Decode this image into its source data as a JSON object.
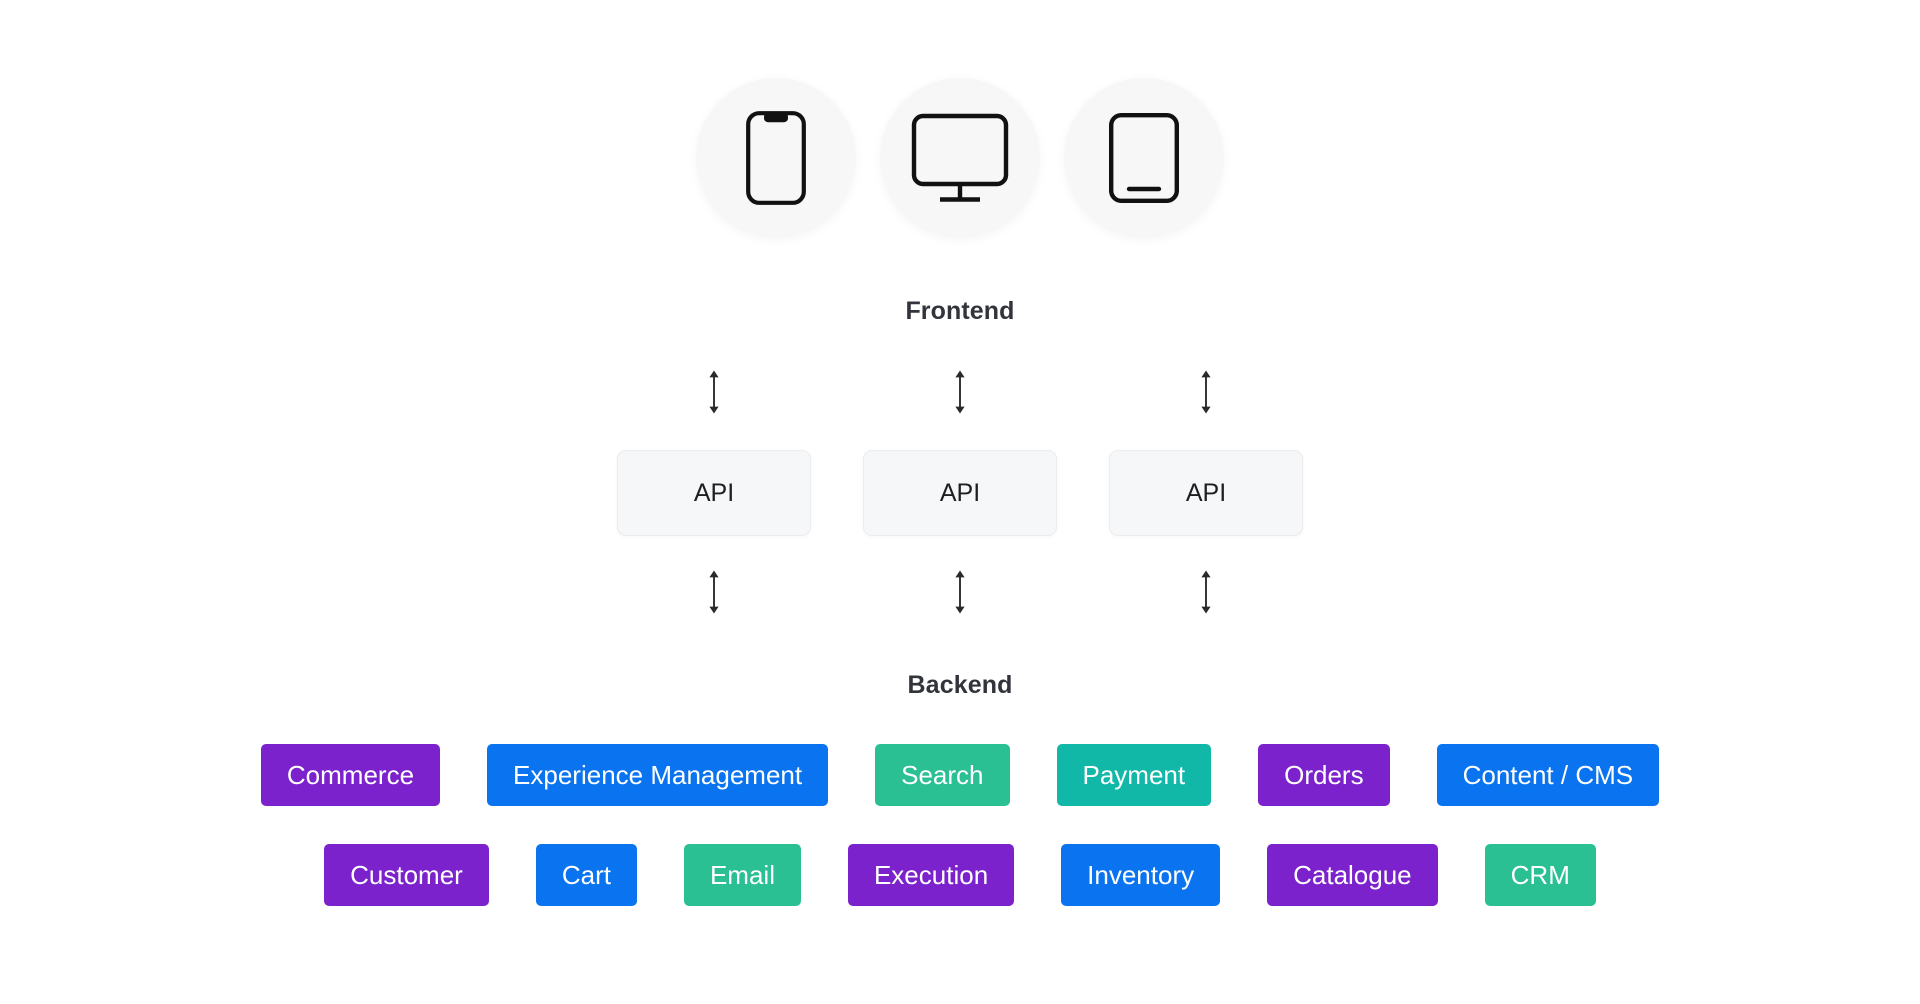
{
  "diagram": {
    "frontend": {
      "label": "Frontend",
      "devices": [
        {
          "icon": "mobile-phone-icon",
          "name": "mobile"
        },
        {
          "icon": "desktop-monitor-icon",
          "name": "desktop"
        },
        {
          "icon": "tablet-icon",
          "name": "tablet"
        }
      ]
    },
    "api_layer": {
      "boxes": [
        {
          "label": "API"
        },
        {
          "label": "API"
        },
        {
          "label": "API"
        }
      ],
      "connector_icon": "double-headed-vertical-arrow",
      "connector_glyph": "↕",
      "connectors_above": 3,
      "connectors_below": 3
    },
    "backend": {
      "label": "Backend",
      "rows": [
        {
          "tags": [
            {
              "label": "Commerce",
              "color": "#7b22cc"
            },
            {
              "label": "Experience Management",
              "color": "#0a74f0"
            },
            {
              "label": "Search",
              "color": "#2bbf94"
            },
            {
              "label": "Payment",
              "color": "#11b8a8"
            },
            {
              "label": "Orders",
              "color": "#7b22cc"
            },
            {
              "label": "Content / CMS",
              "color": "#0a74f0"
            }
          ]
        },
        {
          "tags": [
            {
              "label": "Customer",
              "color": "#7b22cc"
            },
            {
              "label": "Cart",
              "color": "#0a74f0"
            },
            {
              "label": "Email",
              "color": "#2bbf94"
            },
            {
              "label": "Execution",
              "color": "#7b22cc"
            },
            {
              "label": "Inventory",
              "color": "#0a74f0"
            },
            {
              "label": "Catalogue",
              "color": "#7b22cc"
            },
            {
              "label": "CRM",
              "color": "#2bbf94"
            }
          ]
        }
      ]
    },
    "palette": {
      "purple": "#7b22cc",
      "blue": "#0a74f0",
      "green": "#2bbf94",
      "teal": "#11b8a8",
      "surface": "#f6f7f8",
      "text_dark": "#31343b",
      "background": "#ffffff"
    }
  }
}
